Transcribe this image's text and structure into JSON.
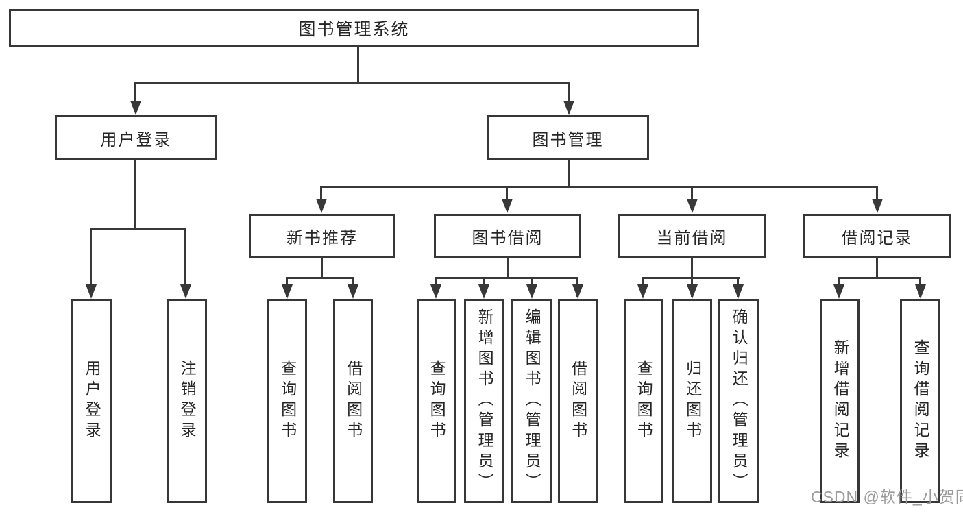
{
  "diagram": {
    "root": "图书管理系统",
    "branches": [
      {
        "label": "用户登录",
        "children": [
          "用户登录",
          "注销登录"
        ]
      },
      {
        "label": "图书管理",
        "children": [
          {
            "label": "新书推荐",
            "children": [
              "查询图书",
              "借阅图书"
            ]
          },
          {
            "label": "图书借阅",
            "children": [
              "查询图书",
              "新增图书（管理员）",
              "编辑图书（管理员）",
              "借阅图书"
            ]
          },
          {
            "label": "当前借阅",
            "children": [
              "查询图书",
              "归还图书",
              "确认归还（管理员）"
            ]
          },
          {
            "label": "借阅记录",
            "children": [
              "新增借阅记录",
              "查询借阅记录"
            ]
          }
        ]
      }
    ]
  },
  "watermark": "CSDN @软件_小贺同学",
  "colors": {
    "line": "#383838",
    "border": "#373737",
    "text": "#262626",
    "background": "#ffffff",
    "watermark": "#9b9b9b"
  }
}
